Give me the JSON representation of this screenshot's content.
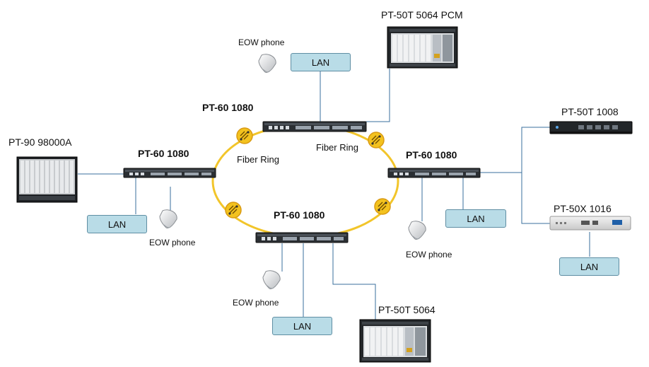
{
  "devices": {
    "pcm_top": "PT-50T 5064 PCM",
    "pcm_bottom": "PT-50T 5064",
    "pt90": "PT-90 98000A",
    "pt50t_1008": "PT-50T 1008",
    "pt50x_1016": "PT-50X 1016",
    "node_top": "PT-60 1080",
    "node_left": "PT-60 1080",
    "node_right": "PT-60 1080",
    "node_bottom": "PT-60 1080"
  },
  "labels": {
    "fiber_ring_left": "Fiber Ring",
    "fiber_ring_right": "Fiber Ring",
    "eow_top": "EOW phone",
    "eow_left": "EOW phone",
    "eow_right": "EOW phone",
    "eow_bottom": "EOW phone"
  },
  "lan": {
    "top": "LAN",
    "left": "LAN",
    "right": "LAN",
    "far_right": "LAN",
    "bottom": "LAN"
  },
  "colors": {
    "ring": "#f2c52a",
    "link_line": "#3a6f9e",
    "lan_fill": "#b9dce7",
    "lan_border": "#5f8ea3"
  }
}
